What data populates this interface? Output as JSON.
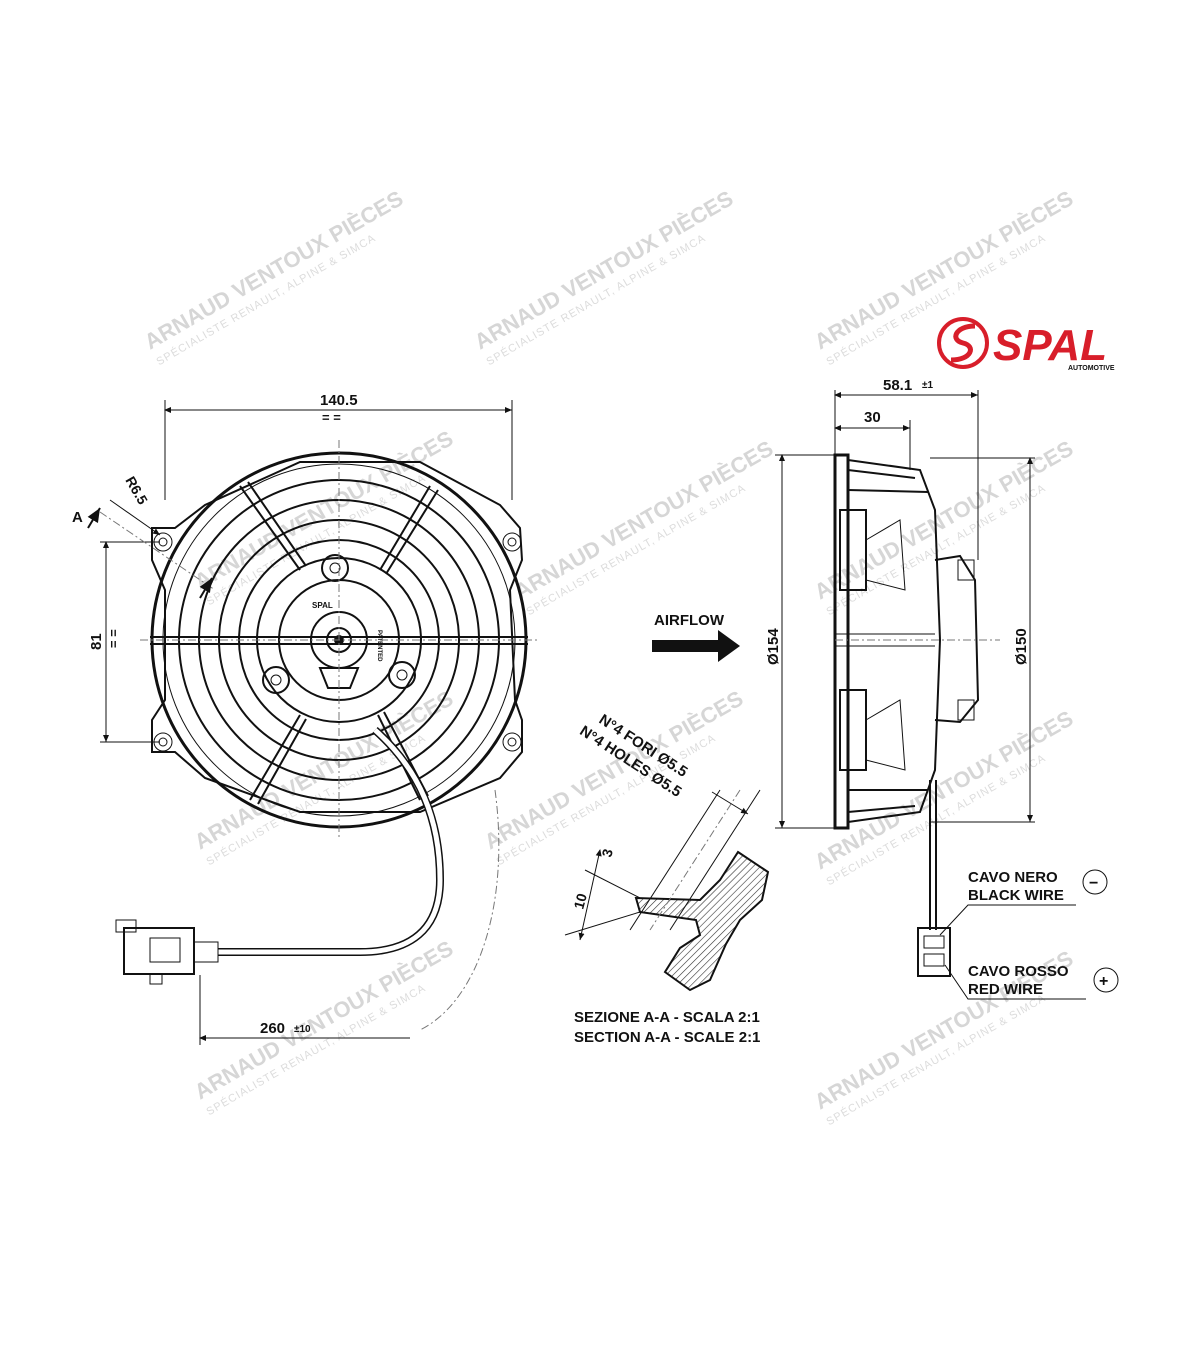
{
  "brand": {
    "name": "SPAL",
    "sub": "AUTOMOTIVE",
    "color": "#d81e2a"
  },
  "watermark": {
    "line1": "ARNAUD VENTOUX PIÈCES",
    "line2": "SPÉCIALISTE RENAULT, ALPINE & SIMCA"
  },
  "front_view": {
    "width_dim": "140.5",
    "height_dim": "81",
    "radius_dim": "R6.5",
    "section_marker": "A",
    "cable_length": "260",
    "cable_tol": "±10",
    "hub_label": "SPAL",
    "hub_text": "PATENTED"
  },
  "side_view": {
    "depth_dim": "58.1",
    "depth_tol": "±1",
    "inner_depth": "30",
    "outer_diam": "Ø154",
    "inner_diam": "Ø150",
    "airflow": "AIRFLOW"
  },
  "section": {
    "holes_it": "N°4 FORI Ø5.5",
    "holes_en": "N°4 HOLES Ø5.5",
    "dim_a": "3",
    "dim_b": "10",
    "title_it": "SEZIONE A-A - SCALA 2:1",
    "title_en": "SECTION A-A - SCALE 2:1"
  },
  "wires": {
    "black_it": "CAVO NERO",
    "black_en": "BLACK WIRE",
    "black_sign": "−",
    "red_it": "CAVO ROSSO",
    "red_en": "RED WIRE",
    "red_sign": "+"
  }
}
